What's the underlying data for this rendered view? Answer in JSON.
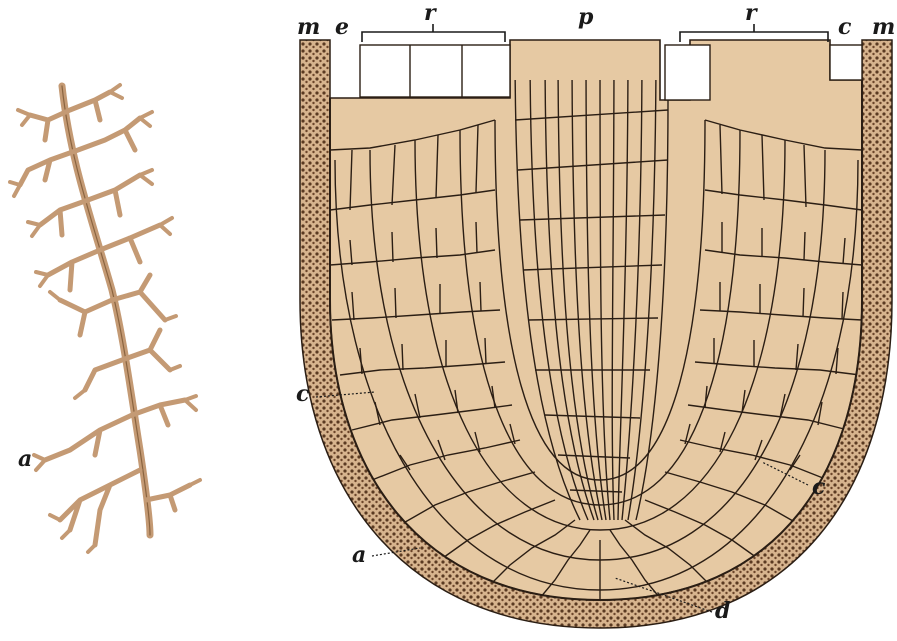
{
  "labels": {
    "m_left": "m",
    "e_left": "e",
    "r_left": "r",
    "p": "p",
    "r_right": "r",
    "c_top_right": "c",
    "m_right": "m",
    "c_left": "c",
    "c_right": "c",
    "a_left": "a",
    "a_root": "a",
    "d": "d"
  },
  "colors": {
    "cell_fill": "#e6c9a3",
    "cell_line": "#2b1e14",
    "cap_fill": "#c9a07a",
    "cap_dots": "#5a3a22",
    "root_hair": "#c49a74",
    "label": "#1a1a1a",
    "background": "#ffffff"
  }
}
